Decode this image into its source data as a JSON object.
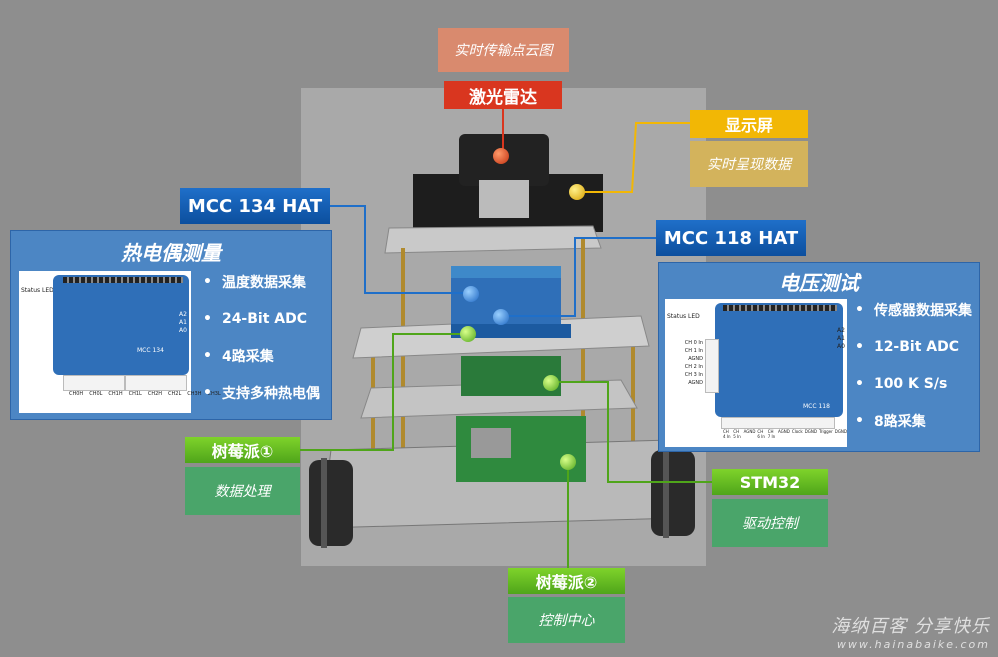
{
  "lidar": {
    "label": "激光雷达",
    "sub": "实时传输点云图"
  },
  "display": {
    "label": "显示屏",
    "sub": "实时呈现数据"
  },
  "mcc134": {
    "label": "MCC 134 HAT",
    "panel_title": "热电偶测量",
    "bullets": [
      "温度数据采集",
      "24-Bit ADC",
      "4路采集",
      "支持多种热电偶"
    ],
    "board_labels": [
      "Status LED",
      "MCC 134",
      "CH0H",
      "CH0L",
      "CH1H",
      "CH1L",
      "CH2H",
      "CH2L",
      "CH3H",
      "CH3L",
      "A2",
      "A1",
      "A0"
    ]
  },
  "mcc118": {
    "label": "MCC 118 HAT",
    "panel_title": "电压测试",
    "bullets": [
      "传感器数据采集",
      "12-Bit ADC",
      "100 K S/s",
      "8路采集"
    ],
    "board_labels": [
      "Status LED",
      "CH 0 In",
      "CH 1 In",
      "AGND",
      "CH 2 In",
      "CH 3 In",
      "AGND",
      "MCC 118",
      "CH 4 In",
      "CH 5 In",
      "AGND",
      "CH 6 In",
      "CH 7 In",
      "AGND",
      "Clock",
      "DGND",
      "Trigger",
      "DGND",
      "A2",
      "A1",
      "A0"
    ]
  },
  "rpi1": {
    "label": "树莓派①",
    "sub": "数据处理"
  },
  "rpi2": {
    "label": "树莓派②",
    "sub": "控制中心"
  },
  "stm32": {
    "label": "STM32",
    "sub": "驱动控制"
  },
  "watermark": {
    "text": "海纳百客 分享快乐",
    "url": "www.hainabaike.com"
  },
  "colors": {
    "background": "#8e8e8e",
    "panel": "#4c86c4",
    "red": "#d9361f",
    "gold": "#f2b705",
    "blue": "#0c4f9e",
    "lime": "#5ab81f"
  }
}
